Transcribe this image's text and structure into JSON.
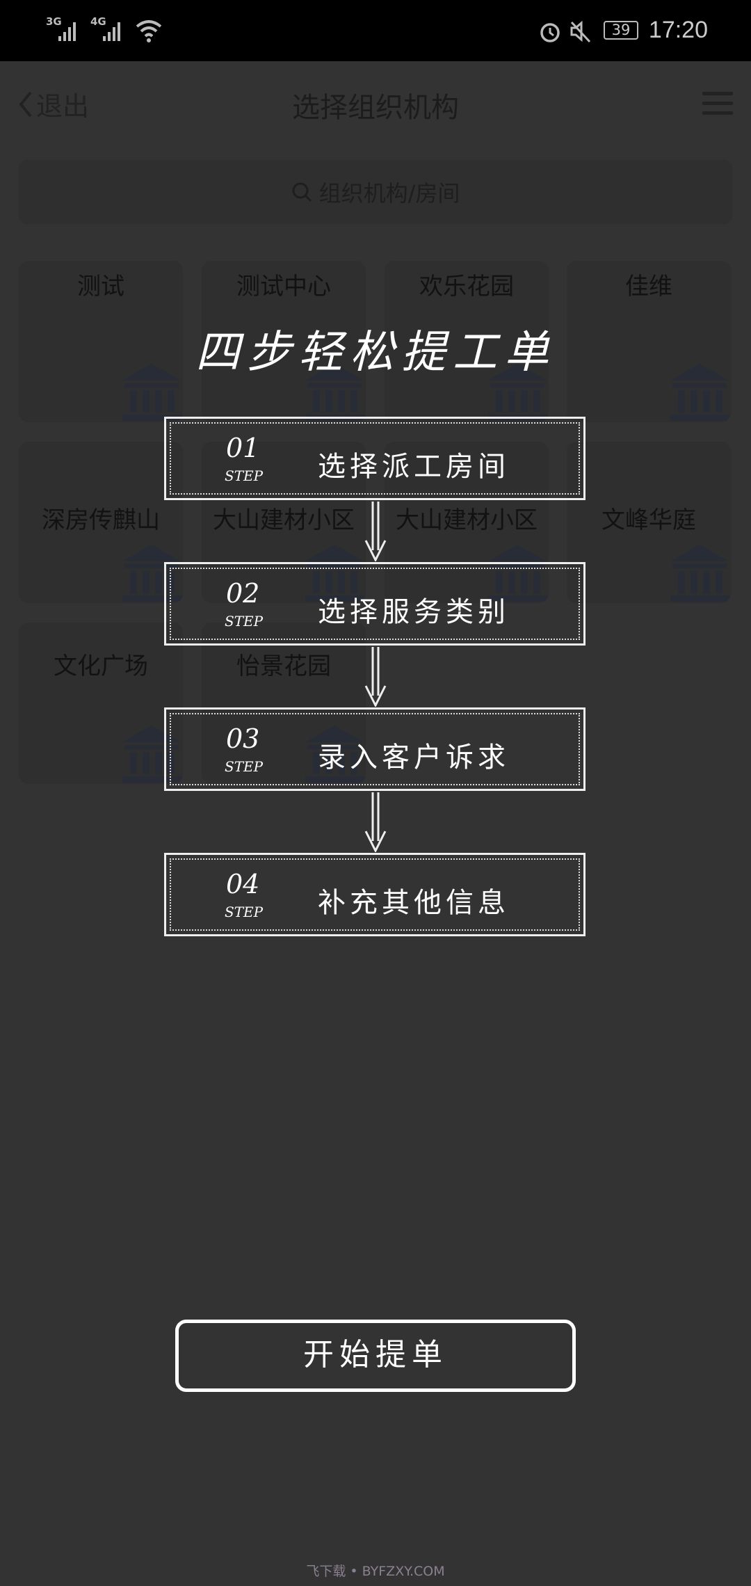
{
  "status_bar": {
    "signal1": "3G",
    "signal2": "4G",
    "battery": "39",
    "time": "17:20"
  },
  "nav": {
    "back_label": "退出",
    "title": "选择组织机构"
  },
  "search": {
    "placeholder": "组织机构/房间"
  },
  "orgs": [
    "测试",
    "测试中心",
    "欢乐花园",
    "佳维",
    "深房传麒山",
    "大山建材小区",
    "大山建材小区",
    "文峰华庭",
    "文化广场",
    "怡景花园"
  ],
  "guide": {
    "title": "四步轻松提工单",
    "step_label": "STEP",
    "steps": [
      {
        "num": "01",
        "text": "选择派工房间"
      },
      {
        "num": "02",
        "text": "选择服务类别"
      },
      {
        "num": "03",
        "text": "录入客户诉求"
      },
      {
        "num": "04",
        "text": "补充其他信息"
      }
    ],
    "start_button": "开始提单"
  },
  "watermark": "飞下载 • BYFZXY.COM"
}
